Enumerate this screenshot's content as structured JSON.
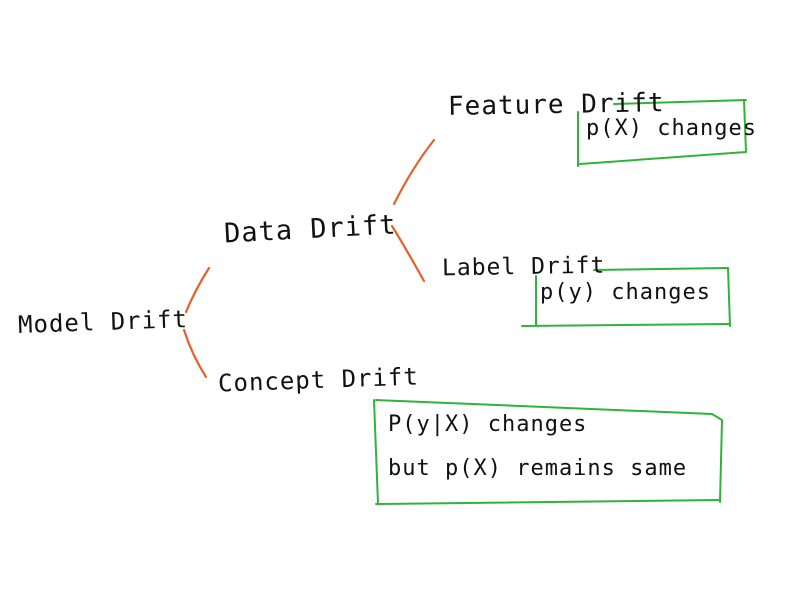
{
  "colors": {
    "connector": "#e2622a",
    "box": "#2fb33a",
    "ink": "#111111",
    "background": "#ffffff"
  },
  "nodes": {
    "model_drift": "Model Drift",
    "data_drift": "Data Drift",
    "concept_drift": "Concept Drift",
    "feature_drift": "Feature Drift",
    "label_drift": "Label Drift"
  },
  "boxes": {
    "feature_drift": "p(X) changes",
    "label_drift": "p(y) changes",
    "concept_drift_line1": "P(y|X) changes",
    "concept_drift_line2": "but p(X) remains same"
  }
}
